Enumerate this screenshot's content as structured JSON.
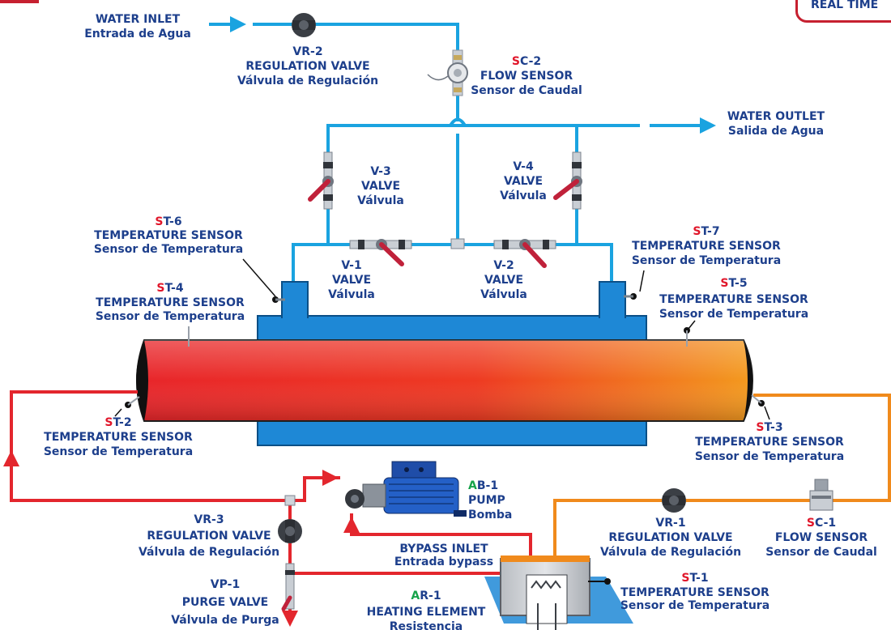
{
  "corner_badge": "REAL TIME",
  "labels": {
    "water_inlet": {
      "en": "WATER INLET",
      "es": "Entrada de Agua"
    },
    "water_outlet": {
      "en": "WATER OUTLET",
      "es": "Salida de Agua"
    },
    "vr2": {
      "code": "VR-2",
      "en": "REGULATION VALVE",
      "es": "Válvula de Regulación"
    },
    "sc2": {
      "prefix": "S",
      "code": "C-2",
      "en": "FLOW SENSOR",
      "es": "Sensor de Caudal"
    },
    "v3": {
      "code": "V-3",
      "en": "VALVE",
      "es": "Válvula"
    },
    "v4": {
      "code": "V-4",
      "en": "VALVE",
      "es": "Válvula"
    },
    "v1": {
      "code": "V-1",
      "en": "VALVE",
      "es": "Válvula"
    },
    "v2": {
      "code": "V-2",
      "en": "VALVE",
      "es": "Válvula"
    },
    "st6": {
      "prefix": "S",
      "code": "T-6",
      "en": "TEMPERATURE SENSOR",
      "es": "Sensor de Temperatura"
    },
    "st7": {
      "prefix": "S",
      "code": "T-7",
      "en": "TEMPERATURE SENSOR",
      "es": "Sensor de Temperatura"
    },
    "st4": {
      "prefix": "S",
      "code": "T-4",
      "en": "TEMPERATURE SENSOR",
      "es": "Sensor de Temperatura"
    },
    "st5": {
      "prefix": "S",
      "code": "T-5",
      "en": "TEMPERATURE SENSOR",
      "es": "Sensor de Temperatura"
    },
    "st2": {
      "prefix": "S",
      "code": "T-2",
      "en": "TEMPERATURE SENSOR",
      "es": "Sensor de Temperatura"
    },
    "st3": {
      "prefix": "S",
      "code": "T-3",
      "en": "TEMPERATURE SENSOR",
      "es": "Sensor de Temperatura"
    },
    "ab1": {
      "prefix": "A",
      "code": "B-1",
      "en": "PUMP",
      "es": "Bomba"
    },
    "vr3": {
      "code": "VR-3",
      "en": "REGULATION VALVE",
      "es": "Válvula de Regulación"
    },
    "vr1": {
      "code": "VR-1",
      "en": "REGULATION VALVE",
      "es": "Válvula de Regulación"
    },
    "sc1": {
      "prefix": "S",
      "code": "C-1",
      "en": "FLOW SENSOR",
      "es": "Sensor de Caudal"
    },
    "bypass": {
      "en": "BYPASS INLET",
      "es": "Entrada bypass"
    },
    "st1": {
      "prefix": "S",
      "code": "T-1",
      "en": "TEMPERATURE SENSOR",
      "es": "Sensor de Temperatura"
    },
    "vp1": {
      "code": "VP-1",
      "en": "PURGE VALVE",
      "es": "Válvula de Purga"
    },
    "ar1": {
      "prefix": "A",
      "code": "R-1",
      "en": "HEATING ELEMENT",
      "es": "Resistencia"
    }
  },
  "colors": {
    "cold_water": "#1aa3e0",
    "hot_water": "#e3262d",
    "warm_water": "#f08a1c",
    "label_blue": "#1d3f8c",
    "code_red": "#e0162a",
    "code_green": "#16a34a",
    "shell_blue": "#1e88d6"
  }
}
